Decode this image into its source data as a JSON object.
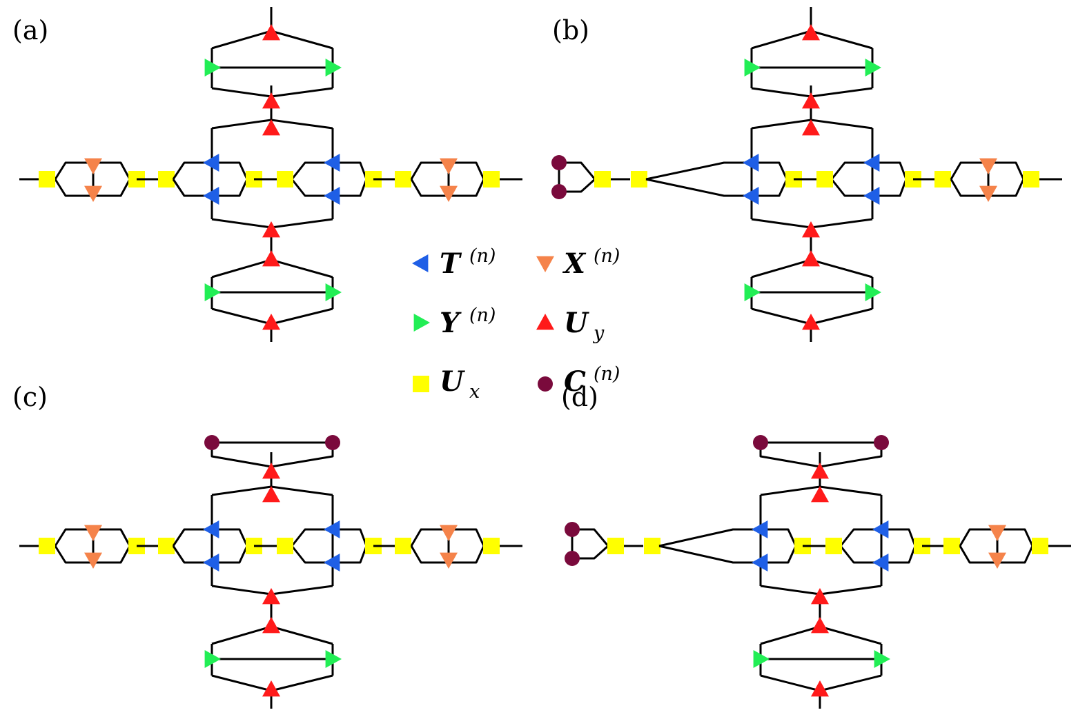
{
  "panels": [
    {
      "label": "(a)",
      "left_boundary": "open",
      "top_boundary": "open"
    },
    {
      "label": "(b)",
      "left_boundary": "C",
      "top_boundary": "open"
    },
    {
      "label": "(c)",
      "left_boundary": "open",
      "top_boundary": "C"
    },
    {
      "label": "(d)",
      "left_boundary": "C",
      "top_boundary": "C"
    }
  ],
  "legend": [
    {
      "key": "T",
      "symbol": "T",
      "superscript": "(n)",
      "subscript": "",
      "shape": "triangle-left",
      "color": "#1f5fe6"
    },
    {
      "key": "X",
      "symbol": "X",
      "superscript": "(n)",
      "subscript": "",
      "shape": "triangle-down",
      "color": "#f5834a"
    },
    {
      "key": "Y",
      "symbol": "Y",
      "superscript": "(n)",
      "subscript": "",
      "shape": "triangle-right",
      "color": "#22ee55"
    },
    {
      "key": "Uy",
      "symbol": "U",
      "superscript": "",
      "subscript": "y",
      "shape": "triangle-up",
      "color": "#ff1a1a"
    },
    {
      "key": "Ux",
      "symbol": "U",
      "superscript": "",
      "subscript": "x",
      "shape": "square",
      "color": "#ffff00"
    },
    {
      "key": "C",
      "symbol": "C",
      "superscript": "(n)",
      "subscript": "",
      "shape": "circle",
      "color": "#7a0a3c"
    }
  ],
  "colors": {
    "T": "#1f5fe6",
    "X": "#f5834a",
    "Y": "#22ee55",
    "Uy": "#ff1a1a",
    "Ux": "#ffff00",
    "C": "#7a0a3c",
    "bond": "#000000"
  }
}
